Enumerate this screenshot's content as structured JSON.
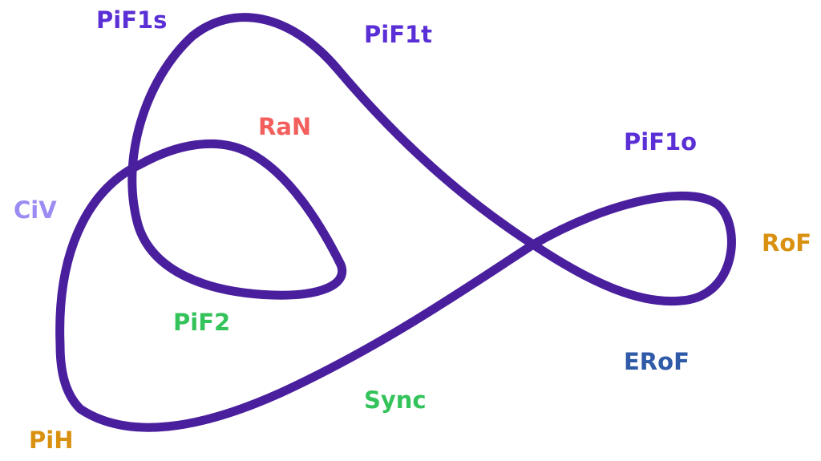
{
  "colors": {
    "curve": "#4a1f9e",
    "purple": "#5a2fd6",
    "coral": "#f25f5c",
    "lavender": "#9a8cf2",
    "orange": "#d99112",
    "green": "#34c25a",
    "blue": "#2f5aa8"
  },
  "labels": {
    "pif1s": "PiF1s",
    "pif1t": "PiF1t",
    "ran": "RaN",
    "pif1o": "PiF1o",
    "civ": "CiV",
    "rof": "RoF",
    "pif2": "PiF2",
    "erof": "ERoF",
    "sync": "Sync",
    "pih": "PiH"
  }
}
